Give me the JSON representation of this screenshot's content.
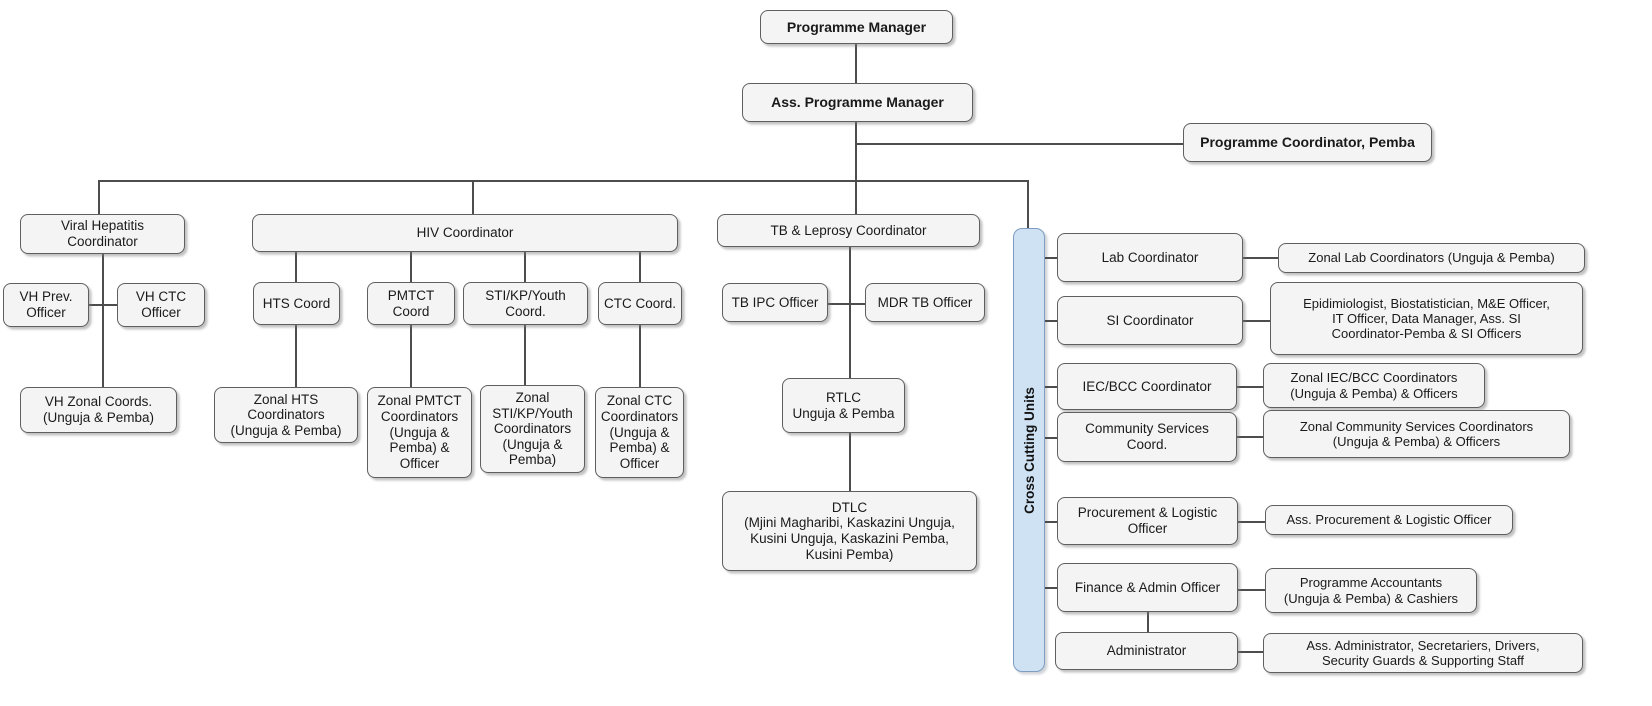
{
  "colors": {
    "box_fill": "#f4f4f4",
    "box_border": "#5f5f5f",
    "line": "#4d4d4d",
    "bar_fill": "#cfe2f3",
    "bar_border": "#7e9dc0",
    "text": "#1a1a1a"
  },
  "org": {
    "top": {
      "programme_manager": "Programme Manager",
      "ass_programme_manager": "Ass. Programme Manager",
      "programme_coordinator_pemba": "Programme Coordinator, Pemba"
    },
    "viral_hepatitis": {
      "coordinator": "Viral Hepatitis\nCoordinator",
      "vh_prev_officer": "VH Prev.\nOfficer",
      "vh_ctc_officer": "VH CTC\nOfficer",
      "vh_zonal_coords": "VH Zonal Coords.\n(Unguja & Pemba)"
    },
    "hiv": {
      "coordinator": "HIV Coordinator",
      "hts_coord": "HTS Coord",
      "pmtct_coord": "PMTCT\nCoord",
      "sti_kp_youth_coord": "STI/KP/Youth\nCoord.",
      "ctc_coord": "CTC Coord.",
      "zonal_hts": "Zonal HTS\nCoordinators\n(Unguja & Pemba)",
      "zonal_pmtct": "Zonal PMTCT\nCoordinators\n(Unguja &\nPemba) &\nOfficer",
      "zonal_sti": "Zonal\nSTI/KP/Youth\nCoordinators\n(Unguja &\nPemba)",
      "zonal_ctc": "Zonal CTC\nCoordinators\n(Unguja &\nPemba) &\nOfficer"
    },
    "tb_leprosy": {
      "coordinator": "TB & Leprosy Coordinator",
      "tb_ipc_officer": "TB IPC Officer",
      "mdr_tb_officer": "MDR TB Officer",
      "rtlc": "RTLC\nUnguja & Pemba",
      "dtlc": "DTLC\n(Mjini Magharibi, Kaskazini Unguja,\nKusini Unguja, Kaskazini Pemba,\nKusini Pemba)"
    },
    "cross_cutting_units": {
      "label": "Cross Cutting Units",
      "rows": [
        {
          "unit": "Lab Coordinator",
          "staff": "Zonal Lab Coordinators (Unguja & Pemba)"
        },
        {
          "unit": "SI Coordinator",
          "staff": "Epidimiologist, Biostatistician, M&E Officer,\nIT Officer, Data Manager, Ass. SI\nCoordinator-Pemba & SI Officers"
        },
        {
          "unit": "IEC/BCC Coordinator",
          "staff": "Zonal IEC/BCC Coordinators\n(Unguja & Pemba) & Officers"
        },
        {
          "unit": "Community Services\nCoord.",
          "staff": "Zonal Community Services Coordinators\n(Unguja & Pemba) & Officers"
        },
        {
          "unit": "Procurement & Logistic\nOfficer",
          "staff": "Ass. Procurement & Logistic Officer"
        },
        {
          "unit": "Finance & Admin Officer",
          "staff": "Programme Accountants\n(Unguja & Pemba) & Cashiers"
        },
        {
          "unit": "Administrator",
          "staff": "Ass. Administrator, Secretariers, Drivers,\nSecurity Guards & Supporting Staff"
        }
      ]
    }
  }
}
